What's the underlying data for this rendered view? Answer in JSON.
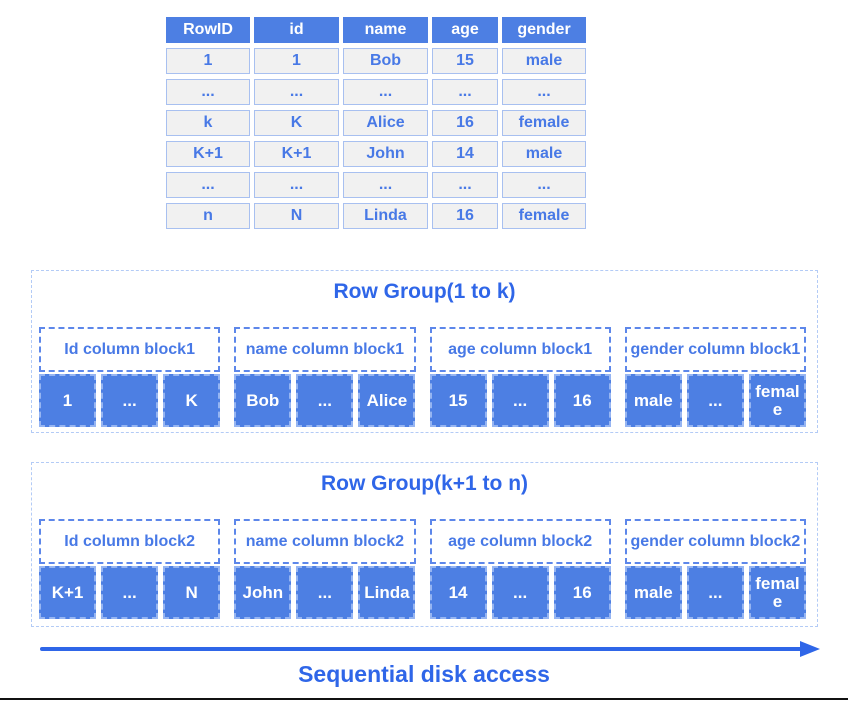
{
  "colors": {
    "primary_blue": "#2F66E8",
    "cell_fill_blue": "#4D7FE3",
    "label_text_blue": "#4879E6",
    "outer_dashed_border": "#B3CBF6",
    "label_dashed_border": "#5D87EA",
    "cell_dashed_border": "#96B5F2",
    "table_cell_bg": "#F1F1F1",
    "table_cell_border": "#A8C0F0"
  },
  "table": {
    "headers": [
      "RowID",
      "id",
      "name",
      "age",
      "gender"
    ],
    "rows": [
      [
        "1",
        "1",
        "Bob",
        "15",
        "male"
      ],
      [
        "...",
        "...",
        "...",
        "...",
        "..."
      ],
      [
        "k",
        "K",
        "Alice",
        "16",
        "female"
      ],
      [
        "K+1",
        "K+1",
        "John",
        "14",
        "male"
      ],
      [
        "...",
        "...",
        "...",
        "...",
        "..."
      ],
      [
        "n",
        "N",
        "Linda",
        "16",
        "female"
      ]
    ]
  },
  "row_groups": [
    {
      "title": "Row Group(1 to k)",
      "blocks": [
        {
          "label": "Id column block1",
          "cells": [
            "1",
            "...",
            "K"
          ]
        },
        {
          "label": "name column block1",
          "cells": [
            "Bob",
            "...",
            "Alice"
          ]
        },
        {
          "label": "age column block1",
          "cells": [
            "15",
            "...",
            "16"
          ]
        },
        {
          "label": "gender column block1",
          "cells": [
            "male",
            "...",
            "female"
          ]
        }
      ]
    },
    {
      "title": "Row Group(k+1 to n)",
      "blocks": [
        {
          "label": "Id column block2",
          "cells": [
            "K+1",
            "...",
            "N"
          ]
        },
        {
          "label": "name column block2",
          "cells": [
            "John",
            "...",
            "Linda"
          ]
        },
        {
          "label": "age column block2",
          "cells": [
            "14",
            "...",
            "16"
          ]
        },
        {
          "label": "gender column block2",
          "cells": [
            "male",
            "...",
            "female"
          ]
        }
      ]
    }
  ],
  "footer": {
    "arrow_label": "Sequential disk access"
  }
}
